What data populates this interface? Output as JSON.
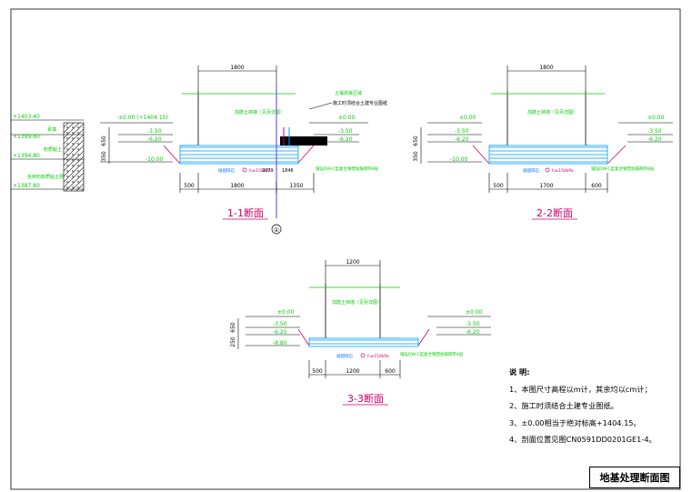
{
  "drawing_title": "地基处理断面图",
  "notes": {
    "heading": "说 明:",
    "items": [
      "1、本图尺寸高程以m计，其余均以cm计；",
      "2、施工时须结合土建专业图纸。",
      "3、±0.00相当于绝对标高+1404.15。",
      "4、剖面位置见图CN0591DD0201GE1-4。"
    ]
  },
  "section1": {
    "title": "1-1断面",
    "top_width": "1800",
    "bottom_dims": [
      "500",
      "1800",
      "1350"
    ],
    "left_heights": [
      "650",
      "350"
    ],
    "levels_left": [
      "±0.00 (+1404.15)",
      "-3.50",
      "-6.20",
      "-10.00"
    ],
    "levels_right": [
      "±0.00",
      "-3.50",
      "-6.20"
    ],
    "wall_label": "加筋土挡墙（见另详图）",
    "ground_label": "土壤改良区域",
    "note_label": "施工时须结合土建专业图纸",
    "mat_label": "铺设DW-C型复合钢塑加筋网带8层",
    "fill_label": "级配碎石",
    "stress_label": "f₀≥150kPa",
    "width_mark": "2079",
    "width_mark2": "1846",
    "circle_label": "①",
    "strata": [
      "+1403.40",
      "+1399.60",
      "+1394.80",
      "+1387.60"
    ],
    "strata_names": [
      "素填",
      "粉质粘土",
      "含卵石粉质粘土层"
    ]
  },
  "section2": {
    "title": "2-2断面",
    "top_width": "1800",
    "bottom_dims": [
      "500",
      "1700",
      "600"
    ],
    "left_heights": [
      "650",
      "350"
    ],
    "levels_left": [
      "±0.00",
      "-3.50",
      "-6.20",
      "-10.00"
    ],
    "levels_right": [
      "±0.00",
      "-3.50",
      "-6.20"
    ],
    "wall_label": "加筋土挡墙（见另详图）",
    "mat_label": "铺设DW-C型复合钢塑加筋网带8层",
    "fill_label": "级配碎石",
    "stress_label": "f₀≥150kPa"
  },
  "section3": {
    "title": "3-3断面",
    "top_width": "1200",
    "bottom_dims": [
      "500",
      "1200",
      "600"
    ],
    "left_heights": [
      "650",
      "250"
    ],
    "levels_left": [
      "±0.00",
      "-3.50",
      "-6.20",
      "-8.80"
    ],
    "levels_right": [
      "±0.00",
      "-3.50",
      "-6.20"
    ],
    "wall_label": "加筋土挡墙（见另详图）",
    "mat_label": "铺设DW-C型复合钢塑加筋网带4层",
    "fill_label": "级配碎石",
    "stress_label": "f₀≥150kPa"
  }
}
